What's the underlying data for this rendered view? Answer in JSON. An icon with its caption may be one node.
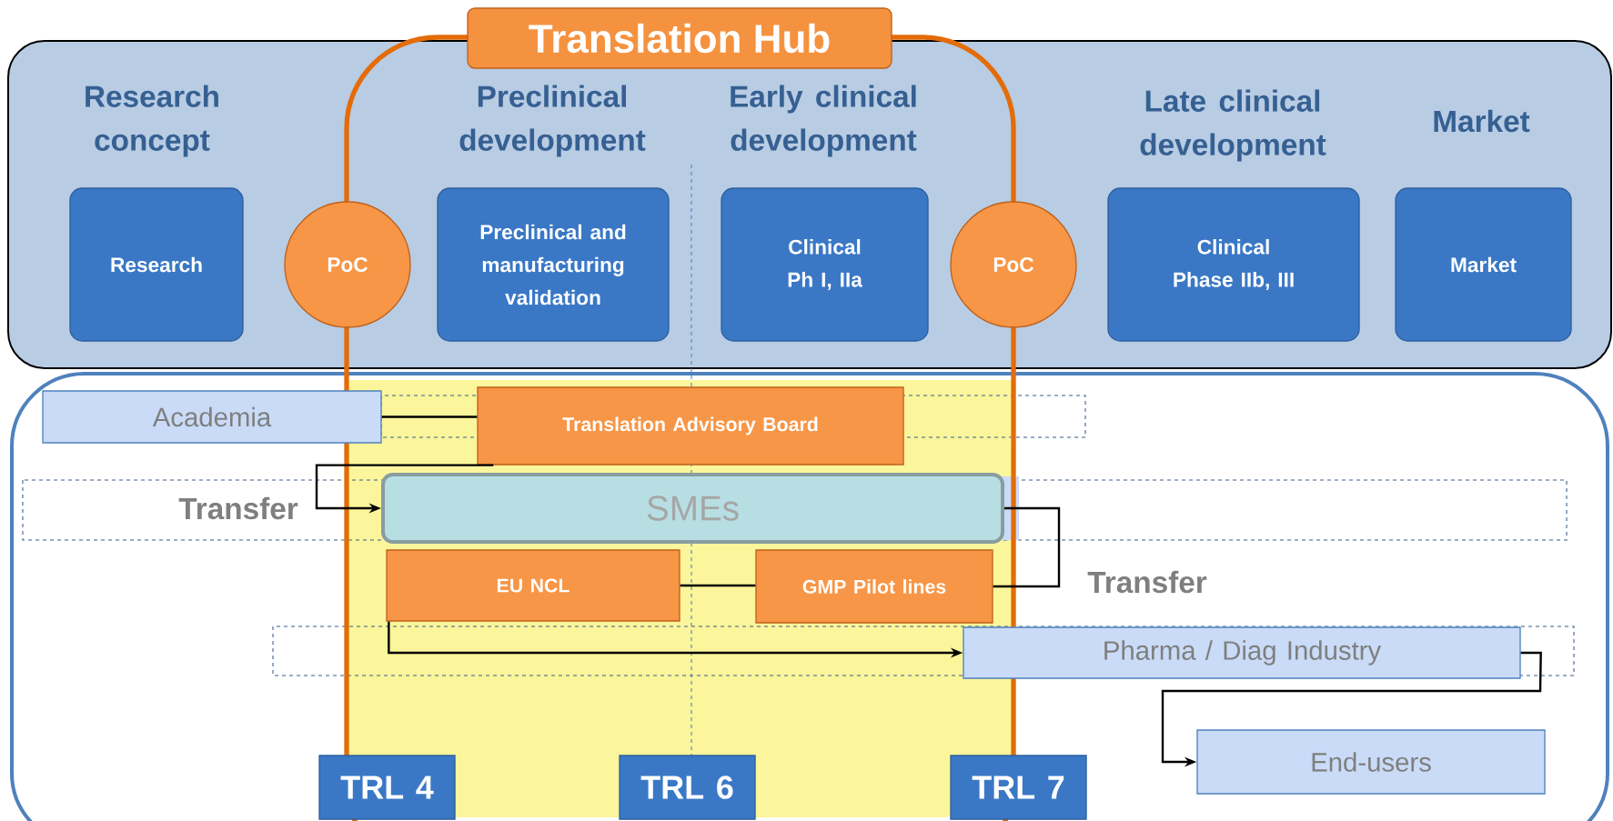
{
  "diagram": {
    "nodes": [
      {
        "text": [
          "Translation Hub"
        ]
      },
      {
        "text": [
          "Research"
        ]
      },
      {
        "text": [
          "PoC"
        ]
      },
      {
        "text": [
          "Preclinical and manufacturing validation"
        ],
        "in": 0
      },
      {
        "text": [
          "Clinical Ph I, IIa"
        ],
        "in": 0
      },
      {
        "text": [
          "PoC"
        ]
      },
      {
        "text": [
          "Clinical Phase IIb, III"
        ]
      },
      {
        "text": [
          "Market"
        ]
      },
      {
        "text": [
          "Academia"
        ]
      },
      {
        "text": [
          "Translation Advisory Board"
        ],
        "in": 0
      },
      {
        "text": [
          "SMEs"
        ],
        "in": 0
      },
      {
        "text": [
          "EU NCL"
        ],
        "in": 0
      },
      {
        "text": [
          "GMP Pilot lines"
        ],
        "in": 0
      },
      {
        "text": [
          "Pharma / Diag Industry"
        ]
      },
      {
        "text": [
          "End-users"
        ]
      },
      {
        "text": [
          "TRL 4"
        ]
      },
      {
        "text": [
          "TRL 6"
        ],
        "in": 0
      },
      {
        "text": [
          "TRL 7"
        ]
      }
    ],
    "edges": [
      {
        "from": 8,
        "to": 9,
        "arrow": "none"
      },
      {
        "from": 9,
        "to": 10,
        "arrow": "to",
        "label": "Transfer"
      },
      {
        "from": 11,
        "to": 12,
        "arrow": "none"
      },
      {
        "from": 12,
        "to": 10,
        "arrow": "none",
        "label": "Transfer"
      },
      {
        "from": 11,
        "to": 13,
        "arrow": "to"
      },
      {
        "from": 13,
        "to": 14,
        "arrow": "to"
      }
    ],
    "labels": [
      "Research concept",
      "Preclinical development",
      "Early clinical development",
      "Late clinical development",
      "Market"
    ]
  }
}
